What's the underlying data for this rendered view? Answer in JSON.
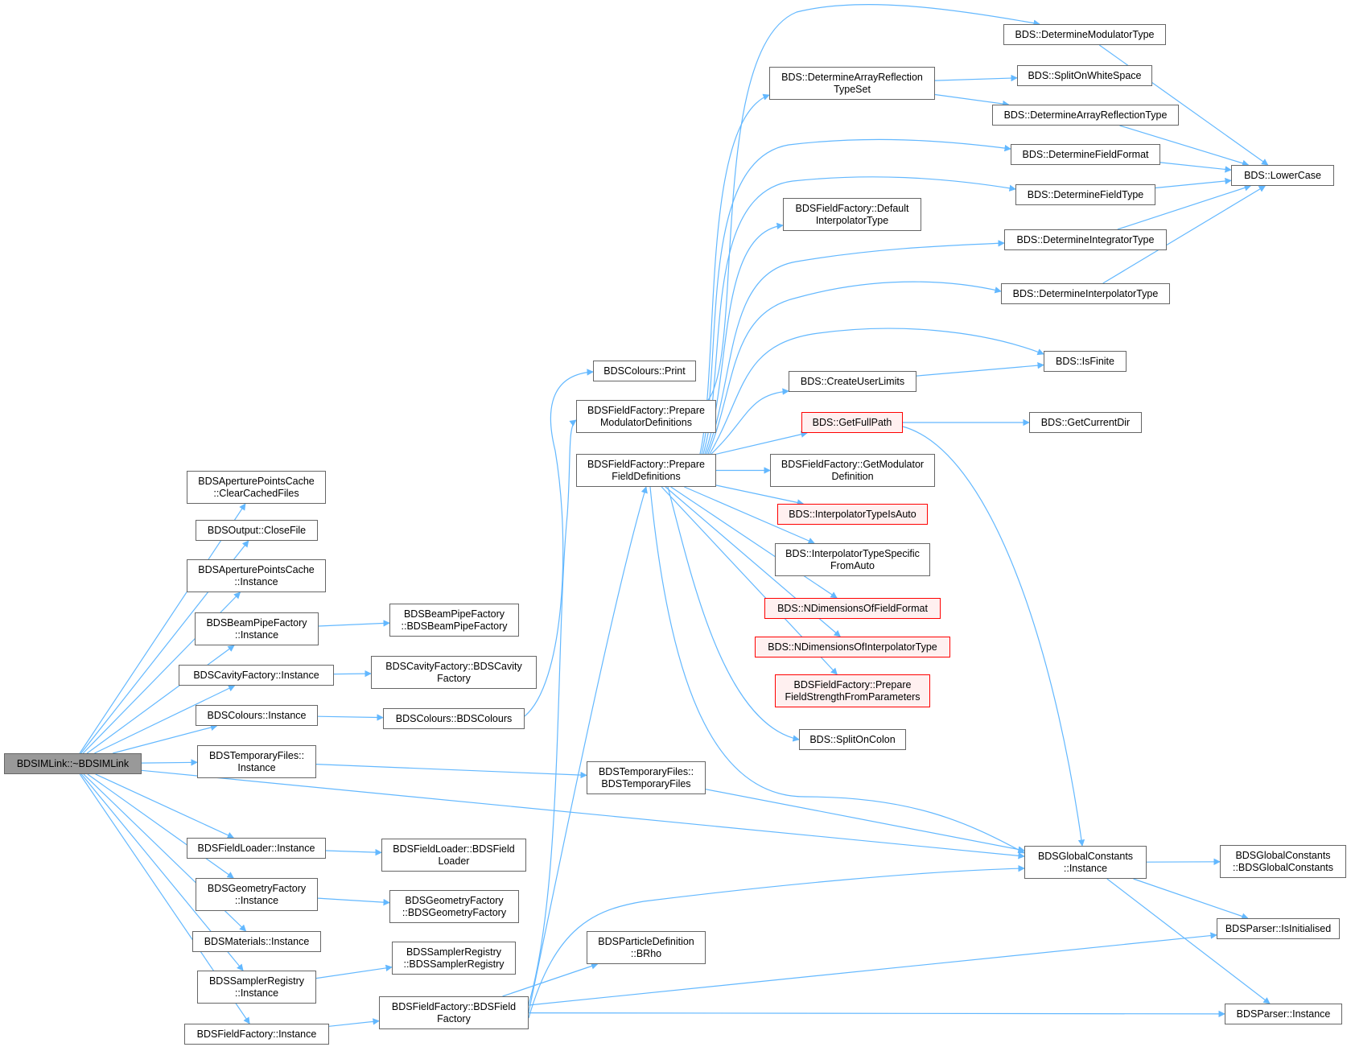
{
  "diagram": {
    "edge_color": "#63b8ff",
    "colors": {
      "node_border": "#666666",
      "missing_border": "#ff0000",
      "missing_fill": "#fff0f0",
      "root_fill": "#999999"
    },
    "nodes": [
      {
        "id": "root",
        "lines": [
          "BDSIMLink::~BDSIMLink"
        ],
        "style": "root"
      },
      {
        "id": "apcClear",
        "lines": [
          "BDSAperturePointsCache",
          "::ClearCachedFiles"
        ]
      },
      {
        "id": "outClose",
        "lines": [
          "BDSOutput::CloseFile"
        ]
      },
      {
        "id": "apcInst",
        "lines": [
          "BDSAperturePointsCache",
          "::Instance"
        ]
      },
      {
        "id": "bpfInst",
        "lines": [
          "BDSBeamPipeFactory",
          "::Instance"
        ]
      },
      {
        "id": "cavInst",
        "lines": [
          "BDSCavityFactory::Instance"
        ]
      },
      {
        "id": "colInst",
        "lines": [
          "BDSColours::Instance"
        ]
      },
      {
        "id": "tmpInst",
        "lines": [
          "BDSTemporaryFiles::",
          "Instance"
        ]
      },
      {
        "id": "flInst",
        "lines": [
          "BDSFieldLoader::Instance"
        ]
      },
      {
        "id": "geoInst",
        "lines": [
          "BDSGeometryFactory",
          "::Instance"
        ]
      },
      {
        "id": "matInst",
        "lines": [
          "BDSMaterials::Instance"
        ]
      },
      {
        "id": "srInst",
        "lines": [
          "BDSSamplerRegistry",
          "::Instance"
        ]
      },
      {
        "id": "ffInst",
        "lines": [
          "BDSFieldFactory::Instance"
        ]
      },
      {
        "id": "bpfCtor",
        "lines": [
          "BDSBeamPipeFactory",
          "::BDSBeamPipeFactory"
        ]
      },
      {
        "id": "cavCtor",
        "lines": [
          "BDSCavityFactory::BDSCavity",
          "Factory"
        ]
      },
      {
        "id": "colCtor",
        "lines": [
          "BDSColours::BDSColours"
        ]
      },
      {
        "id": "flCtor",
        "lines": [
          "BDSFieldLoader::BDSField",
          "Loader"
        ]
      },
      {
        "id": "geoCtor",
        "lines": [
          "BDSGeometryFactory",
          "::BDSGeometryFactory"
        ]
      },
      {
        "id": "srCtor",
        "lines": [
          "BDSSamplerRegistry",
          "::BDSSamplerRegistry"
        ]
      },
      {
        "id": "ffCtor",
        "lines": [
          "BDSFieldFactory::BDSField",
          "Factory"
        ]
      },
      {
        "id": "colPrint",
        "lines": [
          "BDSColours::Print"
        ]
      },
      {
        "id": "prepMod",
        "lines": [
          "BDSFieldFactory::Prepare",
          "ModulatorDefinitions"
        ]
      },
      {
        "id": "prepField",
        "lines": [
          "BDSFieldFactory::Prepare",
          "FieldDefinitions"
        ]
      },
      {
        "id": "tmpCtor",
        "lines": [
          "BDSTemporaryFiles::",
          "BDSTemporaryFiles"
        ]
      },
      {
        "id": "brho",
        "lines": [
          "BDSParticleDefinition",
          "::BRho"
        ]
      },
      {
        "id": "arrSet",
        "lines": [
          "BDS::DetermineArrayReflection",
          "TypeSet"
        ]
      },
      {
        "id": "defInterp",
        "lines": [
          "BDSFieldFactory::Default",
          "InterpolatorType"
        ]
      },
      {
        "id": "userLim",
        "lines": [
          "BDS::CreateUserLimits"
        ]
      },
      {
        "id": "fullPath",
        "lines": [
          "BDS::GetFullPath"
        ],
        "style": "red"
      },
      {
        "id": "getMod",
        "lines": [
          "BDSFieldFactory::GetModulator",
          "Definition"
        ]
      },
      {
        "id": "interpAuto",
        "lines": [
          "BDS::InterpolatorTypeIsAuto"
        ],
        "style": "red"
      },
      {
        "id": "interpSpec",
        "lines": [
          "BDS::InterpolatorTypeSpecific",
          "FromAuto"
        ]
      },
      {
        "id": "ndimFF",
        "lines": [
          "BDS::NDimensionsOfFieldFormat"
        ],
        "style": "red"
      },
      {
        "id": "ndimIT",
        "lines": [
          "BDS::NDimensionsOfInterpolatorType"
        ],
        "style": "red"
      },
      {
        "id": "prepStr",
        "lines": [
          "BDSFieldFactory::Prepare",
          "FieldStrengthFromParameters"
        ],
        "style": "red"
      },
      {
        "id": "splitColon",
        "lines": [
          "BDS::SplitOnColon"
        ]
      },
      {
        "id": "detMod",
        "lines": [
          "BDS::DetermineModulatorType"
        ]
      },
      {
        "id": "splitWS",
        "lines": [
          "BDS::SplitOnWhiteSpace"
        ]
      },
      {
        "id": "detArr",
        "lines": [
          "BDS::DetermineArrayReflectionType"
        ]
      },
      {
        "id": "detFF",
        "lines": [
          "BDS::DetermineFieldFormat"
        ]
      },
      {
        "id": "detFT",
        "lines": [
          "BDS::DetermineFieldType"
        ]
      },
      {
        "id": "detInteg",
        "lines": [
          "BDS::DetermineIntegratorType"
        ]
      },
      {
        "id": "detInterp",
        "lines": [
          "BDS::DetermineInterpolatorType"
        ]
      },
      {
        "id": "isFinite",
        "lines": [
          "BDS::IsFinite"
        ]
      },
      {
        "id": "curDir",
        "lines": [
          "BDS::GetCurrentDir"
        ]
      },
      {
        "id": "gcInst",
        "lines": [
          "BDSGlobalConstants",
          "::Instance"
        ]
      },
      {
        "id": "lower",
        "lines": [
          "BDS::LowerCase"
        ]
      },
      {
        "id": "gcCtor",
        "lines": [
          "BDSGlobalConstants",
          "::BDSGlobalConstants"
        ]
      },
      {
        "id": "parInit",
        "lines": [
          "BDSParser::IsInitialised"
        ]
      },
      {
        "id": "parInst",
        "lines": [
          "BDSParser::Instance"
        ]
      }
    ],
    "edges": [
      [
        "root",
        "apcClear"
      ],
      [
        "root",
        "outClose"
      ],
      [
        "root",
        "apcInst"
      ],
      [
        "root",
        "bpfInst"
      ],
      [
        "root",
        "cavInst"
      ],
      [
        "root",
        "colInst"
      ],
      [
        "root",
        "tmpInst"
      ],
      [
        "root",
        "gcInst"
      ],
      [
        "root",
        "flInst"
      ],
      [
        "root",
        "geoInst"
      ],
      [
        "root",
        "matInst"
      ],
      [
        "root",
        "srInst"
      ],
      [
        "root",
        "ffInst"
      ],
      [
        "bpfInst",
        "bpfCtor"
      ],
      [
        "cavInst",
        "cavCtor"
      ],
      [
        "colInst",
        "colCtor"
      ],
      [
        "tmpInst",
        "tmpCtor"
      ],
      [
        "flInst",
        "flCtor"
      ],
      [
        "geoInst",
        "geoCtor"
      ],
      [
        "srInst",
        "srCtor"
      ],
      [
        "ffInst",
        "ffCtor"
      ],
      [
        "colCtor",
        "colPrint"
      ],
      [
        "ffCtor",
        "prepMod"
      ],
      [
        "ffCtor",
        "prepField"
      ],
      [
        "ffCtor",
        "gcInst"
      ],
      [
        "ffCtor",
        "brho"
      ],
      [
        "ffCtor",
        "parInit"
      ],
      [
        "ffCtor",
        "parInst"
      ],
      [
        "tmpCtor",
        "gcInst"
      ],
      [
        "prepMod",
        "detMod"
      ],
      [
        "prepField",
        "arrSet"
      ],
      [
        "prepField",
        "detFF"
      ],
      [
        "prepField",
        "detFT"
      ],
      [
        "prepField",
        "defInterp"
      ],
      [
        "prepField",
        "detInteg"
      ],
      [
        "prepField",
        "detInterp"
      ],
      [
        "prepField",
        "isFinite"
      ],
      [
        "prepField",
        "userLim"
      ],
      [
        "prepField",
        "fullPath"
      ],
      [
        "prepField",
        "getMod"
      ],
      [
        "prepField",
        "interpAuto"
      ],
      [
        "prepField",
        "interpSpec"
      ],
      [
        "prepField",
        "ndimFF"
      ],
      [
        "prepField",
        "ndimIT"
      ],
      [
        "prepField",
        "prepStr"
      ],
      [
        "prepField",
        "splitColon"
      ],
      [
        "prepField",
        "gcInst"
      ],
      [
        "arrSet",
        "splitWS"
      ],
      [
        "arrSet",
        "detArr"
      ],
      [
        "detMod",
        "lower"
      ],
      [
        "detArr",
        "lower"
      ],
      [
        "detFF",
        "lower"
      ],
      [
        "detFT",
        "lower"
      ],
      [
        "detInteg",
        "lower"
      ],
      [
        "detInterp",
        "lower"
      ],
      [
        "userLim",
        "isFinite"
      ],
      [
        "fullPath",
        "curDir"
      ],
      [
        "fullPath",
        "gcInst"
      ],
      [
        "gcInst",
        "gcCtor"
      ],
      [
        "gcInst",
        "parInit"
      ],
      [
        "gcInst",
        "parInst"
      ]
    ]
  }
}
